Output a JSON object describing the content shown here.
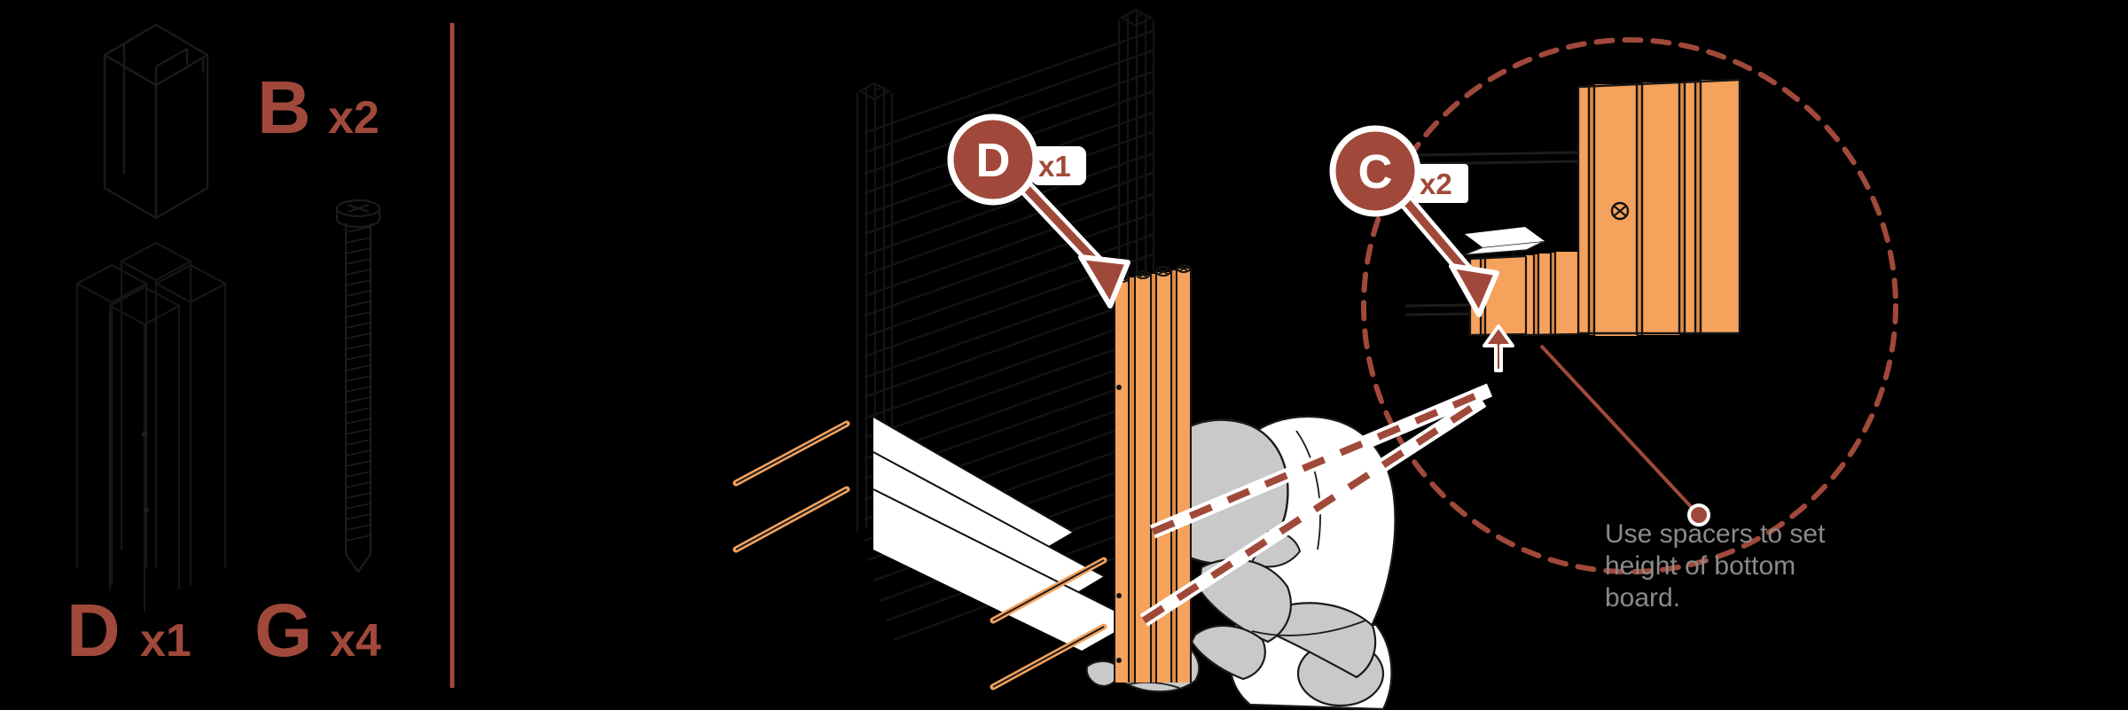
{
  "meta": {
    "title": "Fence board installation step",
    "background_color": "#000000"
  },
  "colors": {
    "terracotta": "#A0493A",
    "terracotta_light": "#B05744",
    "wood_orange": "#F5A25C",
    "wood_orange_dark": "#E8904A",
    "line_dark": "#0D0D0D",
    "outline_dark": "#101010",
    "white": "#FFFFFF",
    "person_gray": "#C9C9C9",
    "person_white": "#FFFFFF",
    "caption_gray": "#8A8A8A"
  },
  "parts_panel": {
    "name": "parts-list",
    "divider": {
      "name": "panel-divider",
      "color": "#A0493A"
    },
    "items": [
      {
        "id": "B",
        "letter": "B",
        "qty": "x2",
        "icon": "corner-trim-icon",
        "label_full": "B x2"
      },
      {
        "id": "D",
        "letter": "D",
        "qty": "x1",
        "icon": "post-bundle-icon",
        "label_full": "D x1"
      },
      {
        "id": "G",
        "letter": "G",
        "qty": "x4",
        "icon": "long-screw-icon",
        "label_full": "G x4"
      }
    ]
  },
  "callouts": [
    {
      "id": "D",
      "letter": "D",
      "qty": "x1",
      "name": "callout-d",
      "target": "fence-post-boards"
    },
    {
      "id": "C",
      "letter": "C",
      "qty": "x2",
      "name": "callout-c",
      "target": "spacer-block"
    }
  ],
  "magnifier": {
    "name": "detail-magnifier",
    "style": "dashed-circle",
    "color": "#A0493A",
    "contents": [
      "board-stack",
      "screw-head",
      "spacer-block",
      "up-arrow"
    ]
  },
  "caption": {
    "name": "spacer-caption",
    "lines": [
      "Use spacers to set",
      "height of bottom",
      "board."
    ],
    "text": "Use spacers to set height of bottom board.",
    "color": "#8A8A8A"
  },
  "scene": {
    "name": "assembly-scene",
    "elements": [
      "fence-frame",
      "angled-boards",
      "vertical-board-bundle",
      "kneeling-person",
      "loose-boards",
      "dashed-guide-lines"
    ]
  }
}
